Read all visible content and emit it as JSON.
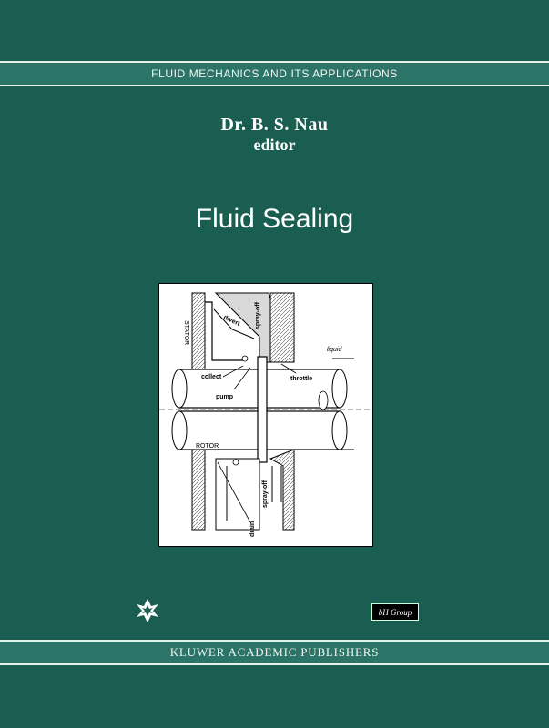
{
  "series": {
    "label": "FLUID MECHANICS AND ITS APPLICATIONS"
  },
  "editor": {
    "name": "Dr. B. S. Nau",
    "role": "editor"
  },
  "book": {
    "title": "Fluid Sealing"
  },
  "figure": {
    "labels": {
      "stator": "STATOR",
      "divert": "divert",
      "spray_off_top": "spray-off",
      "liquid": "liquid",
      "collect": "collect",
      "throttle": "throttle",
      "pump": "pump",
      "rotor": "ROTOR",
      "spray_off_bottom": "spray-off",
      "drain": "drain"
    }
  },
  "publisher": {
    "label": "KLUWER ACADEMIC PUBLISHERS"
  },
  "logos": {
    "kluwer": "kluwer-logo",
    "bh_group": "bH Group"
  },
  "colors": {
    "background": "#1a5e52",
    "band": "#2b7467",
    "text": "#ffffff"
  }
}
